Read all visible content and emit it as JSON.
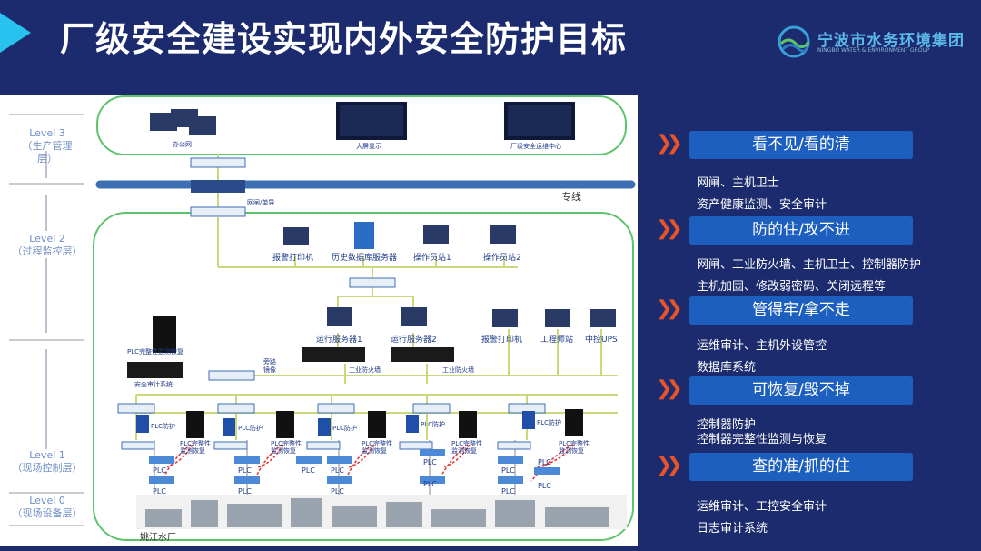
{
  "header": {
    "title": "厂级安全建设实现内外安全防护目标",
    "logo_cn": "宁波市水务环境集团",
    "logo_en": "NINGBO WATER & ENVIRONMENT GROUP"
  },
  "levels": {
    "l3_title": "Level 3",
    "l3_sub": "（生产管理层）",
    "l2_title": "Level 2",
    "l2_sub": "（过程监控层）",
    "l1_title": "Level 1",
    "l1_sub": "（现场控制层）",
    "l0_title": "Level 0",
    "l0_sub": "（现场设备层）"
  },
  "diagram": {
    "office": "办公网",
    "bigscreen": "大屏显示",
    "opscenter": "厂级安全运维中心",
    "gateway": "网闸/单导",
    "dedicated": "专线",
    "alarm_printer": "报警打印机",
    "history_db": "历史数据库服务器",
    "op1": "操作员站1",
    "op2": "操作员站2",
    "plc_recover": "PLC完整性监测恢复",
    "audit_sys": "安全审计系统",
    "bypass": "旁路镜像",
    "run1": "运行服务器1",
    "run2": "运行服务器2",
    "fw1": "工业防火墙",
    "fw2": "工业防火墙",
    "alarm_printer2": "报警打印机",
    "engineer": "工程师站",
    "ups": "中控UPS",
    "plc_guard": "PLC防护",
    "plc_integrity": "PLC完整性监测恢复",
    "plc": "PLC",
    "plant": "姚江水厂"
  },
  "panel": {
    "items": [
      {
        "label": "看不见/看的清",
        "desc1": "网闸、主机卫士",
        "desc2": "资产健康监测、安全审计"
      },
      {
        "label": "防的住/攻不进",
        "desc1": "网闸、工业防火墙、主机卫士、控制器防护",
        "desc2": "主机加固、修改弱密码、关闭远程等"
      },
      {
        "label": "管得牢/拿不走",
        "desc1": "运维审计、主机外设管控",
        "desc2": "数据库系统"
      },
      {
        "label": "可恢复/毁不掉",
        "desc1": "控制器防护",
        "desc2": "控制器完整性监测与恢复"
      },
      {
        "label": "查的准/抓的住",
        "desc1": "运维审计、工控安全审计",
        "desc2": "日志审计系统"
      }
    ],
    "chevron": "❯❯"
  },
  "colors": {
    "background": "#1b2b6e",
    "accent": "#27c3ee",
    "pill": "#1d5fbf",
    "chevron": "#e8532a",
    "zone_border": "#5cc46a",
    "net_line": "#c9d87a"
  }
}
